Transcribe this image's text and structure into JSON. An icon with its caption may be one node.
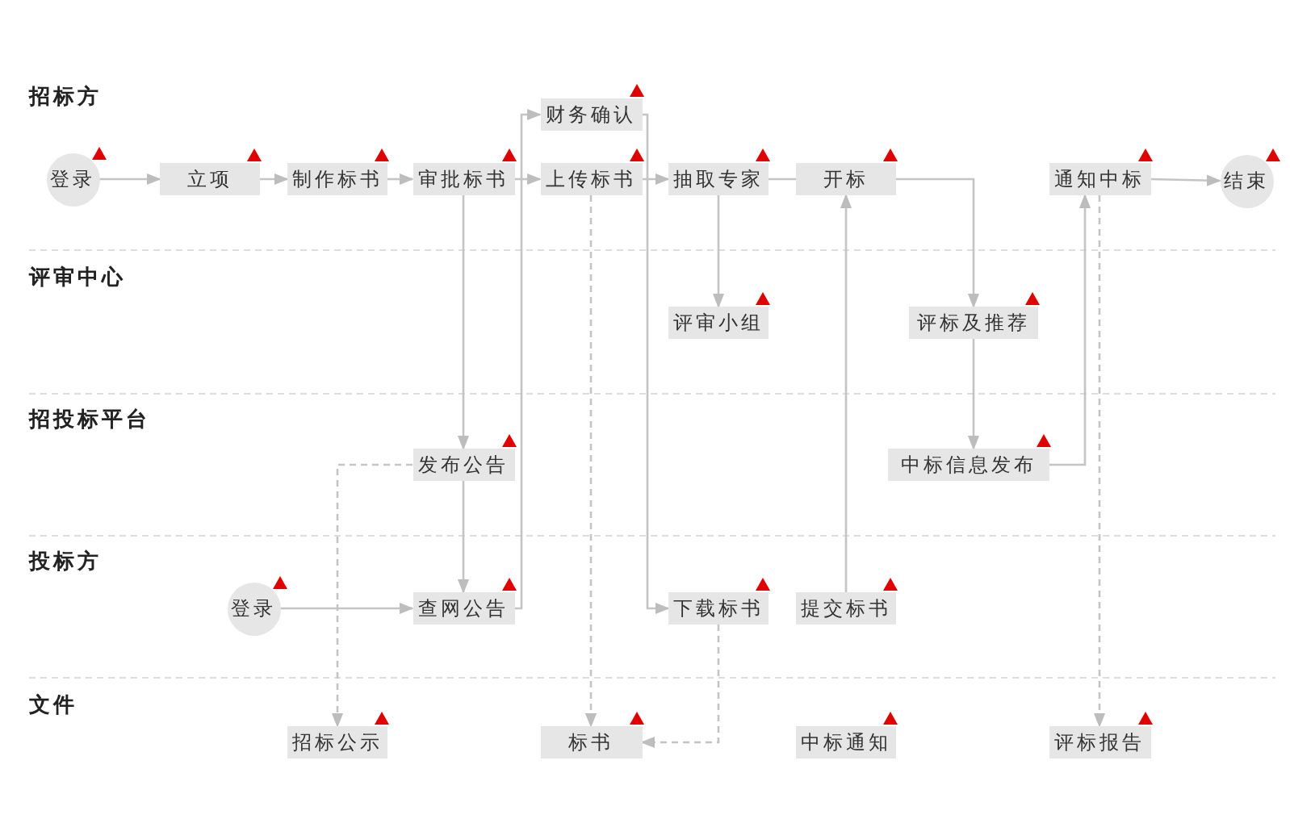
{
  "diagram": {
    "nodes": [
      {
        "text": [
          "登录"
        ]
      },
      {
        "text": [
          "立项"
        ]
      },
      {
        "text": [
          "制作标书"
        ]
      },
      {
        "text": [
          "审批标书"
        ]
      },
      {
        "text": [
          "财务确认"
        ]
      },
      {
        "text": [
          "上传标书"
        ]
      },
      {
        "text": [
          "抽取专家"
        ]
      },
      {
        "text": [
          "开标"
        ]
      },
      {
        "text": [
          "通知中标"
        ]
      },
      {
        "text": [
          "结束"
        ]
      },
      {
        "text": [
          "评审小组"
        ]
      },
      {
        "text": [
          "评标及推荐"
        ]
      },
      {
        "text": [
          "发布公告"
        ]
      },
      {
        "text": [
          "中标信息发布"
        ]
      },
      {
        "text": [
          "登录"
        ]
      },
      {
        "text": [
          "查网公告"
        ]
      },
      {
        "text": [
          "下载标书"
        ]
      },
      {
        "text": [
          "提交标书"
        ]
      },
      {
        "text": [
          "招标公示"
        ]
      },
      {
        "text": [
          "标书"
        ]
      },
      {
        "text": [
          "中标通知"
        ]
      },
      {
        "text": [
          "评标报告"
        ]
      }
    ],
    "edges": [
      {
        "from": 0,
        "to": 1,
        "arrow": "to"
      },
      {
        "from": 1,
        "to": 2,
        "arrow": "to"
      },
      {
        "from": 2,
        "to": 3,
        "arrow": "to"
      },
      {
        "from": 3,
        "to": 5,
        "arrow": "to"
      },
      {
        "from": 3,
        "to": 12,
        "arrow": "to"
      },
      {
        "from": 15,
        "to": 4,
        "arrow": "to"
      },
      {
        "from": 4,
        "to": 16,
        "arrow": "to"
      },
      {
        "from": 5,
        "to": 6,
        "arrow": "to"
      },
      {
        "from": 5,
        "to": 19,
        "arrow": "to",
        "style": "dashed"
      },
      {
        "from": 6,
        "to": 7,
        "arrow": "none"
      },
      {
        "from": 6,
        "to": 10,
        "arrow": "to"
      },
      {
        "from": 7,
        "to": 11,
        "arrow": "to"
      },
      {
        "from": 17,
        "to": 7,
        "arrow": "to"
      },
      {
        "from": 11,
        "to": 13,
        "arrow": "to"
      },
      {
        "from": 13,
        "to": 8,
        "arrow": "to"
      },
      {
        "from": 8,
        "to": 9,
        "arrow": "to"
      },
      {
        "from": 8,
        "to": 21,
        "arrow": "to",
        "style": "dashed"
      },
      {
        "from": 12,
        "to": 15,
        "arrow": "to"
      },
      {
        "from": 12,
        "to": 18,
        "arrow": "to",
        "style": "dashed"
      },
      {
        "from": 14,
        "to": 15,
        "arrow": "to"
      },
      {
        "from": 16,
        "to": 19,
        "arrow": "to",
        "style": "dashed"
      }
    ],
    "labels": [
      "招标方",
      "评审中心",
      "招投标平台",
      "投标方",
      "文件"
    ]
  }
}
